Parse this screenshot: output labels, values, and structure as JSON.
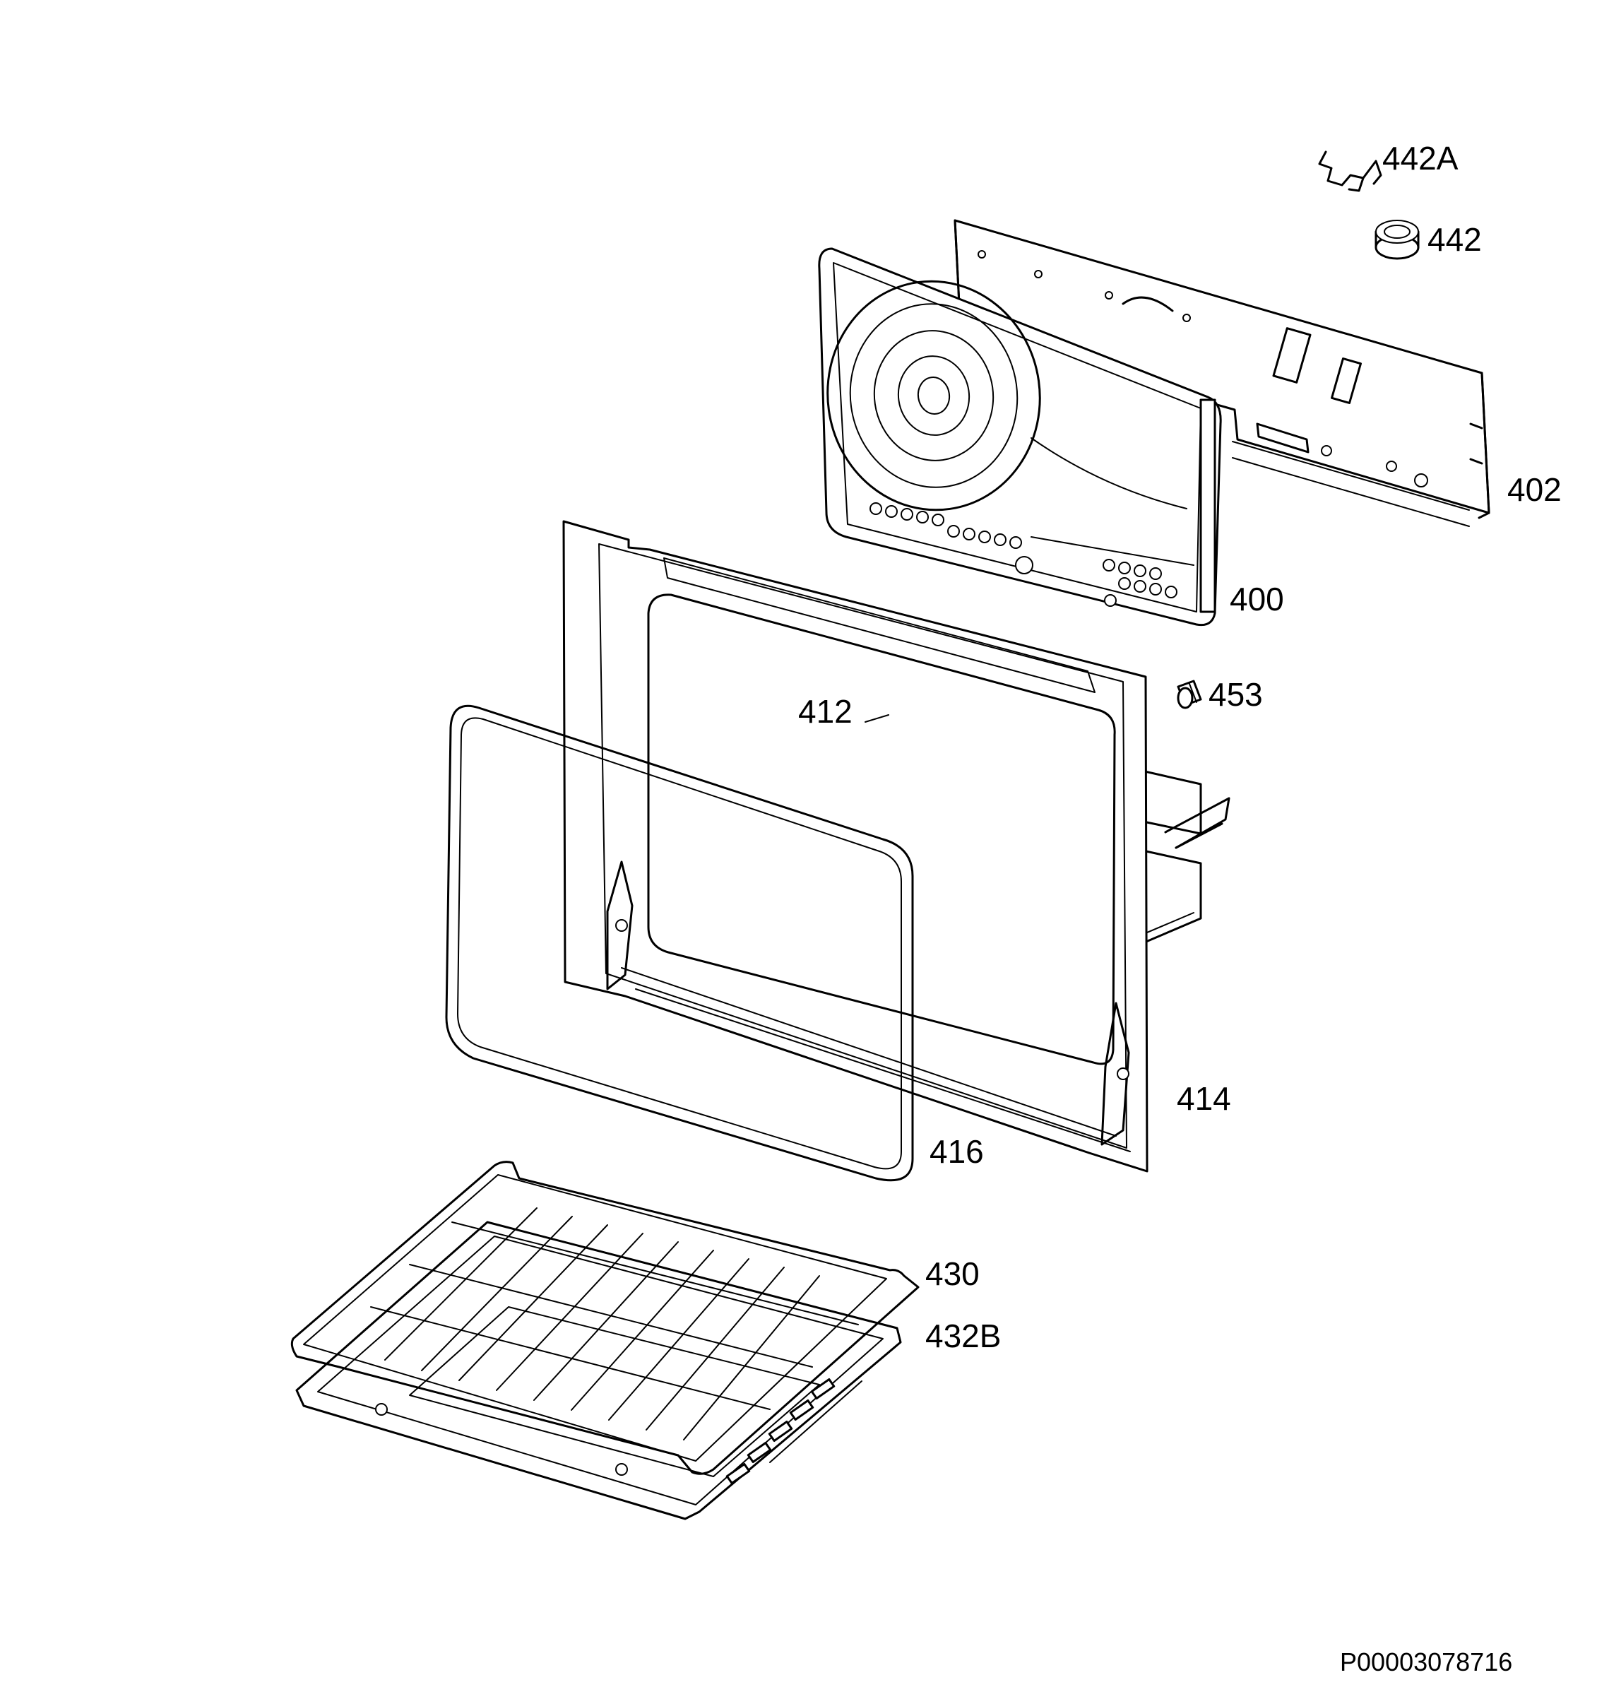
{
  "diagram": {
    "document_id": "P00003078716",
    "parts": [
      {
        "id": "p442a",
        "label": "442A"
      },
      {
        "id": "p442",
        "label": "442"
      },
      {
        "id": "p402",
        "label": "402"
      },
      {
        "id": "p400",
        "label": "400"
      },
      {
        "id": "p453",
        "label": "453"
      },
      {
        "id": "p412",
        "label": "412"
      },
      {
        "id": "p414",
        "label": "414"
      },
      {
        "id": "p416",
        "label": "416"
      },
      {
        "id": "p430",
        "label": "430"
      },
      {
        "id": "p432b",
        "label": "432B"
      }
    ]
  }
}
